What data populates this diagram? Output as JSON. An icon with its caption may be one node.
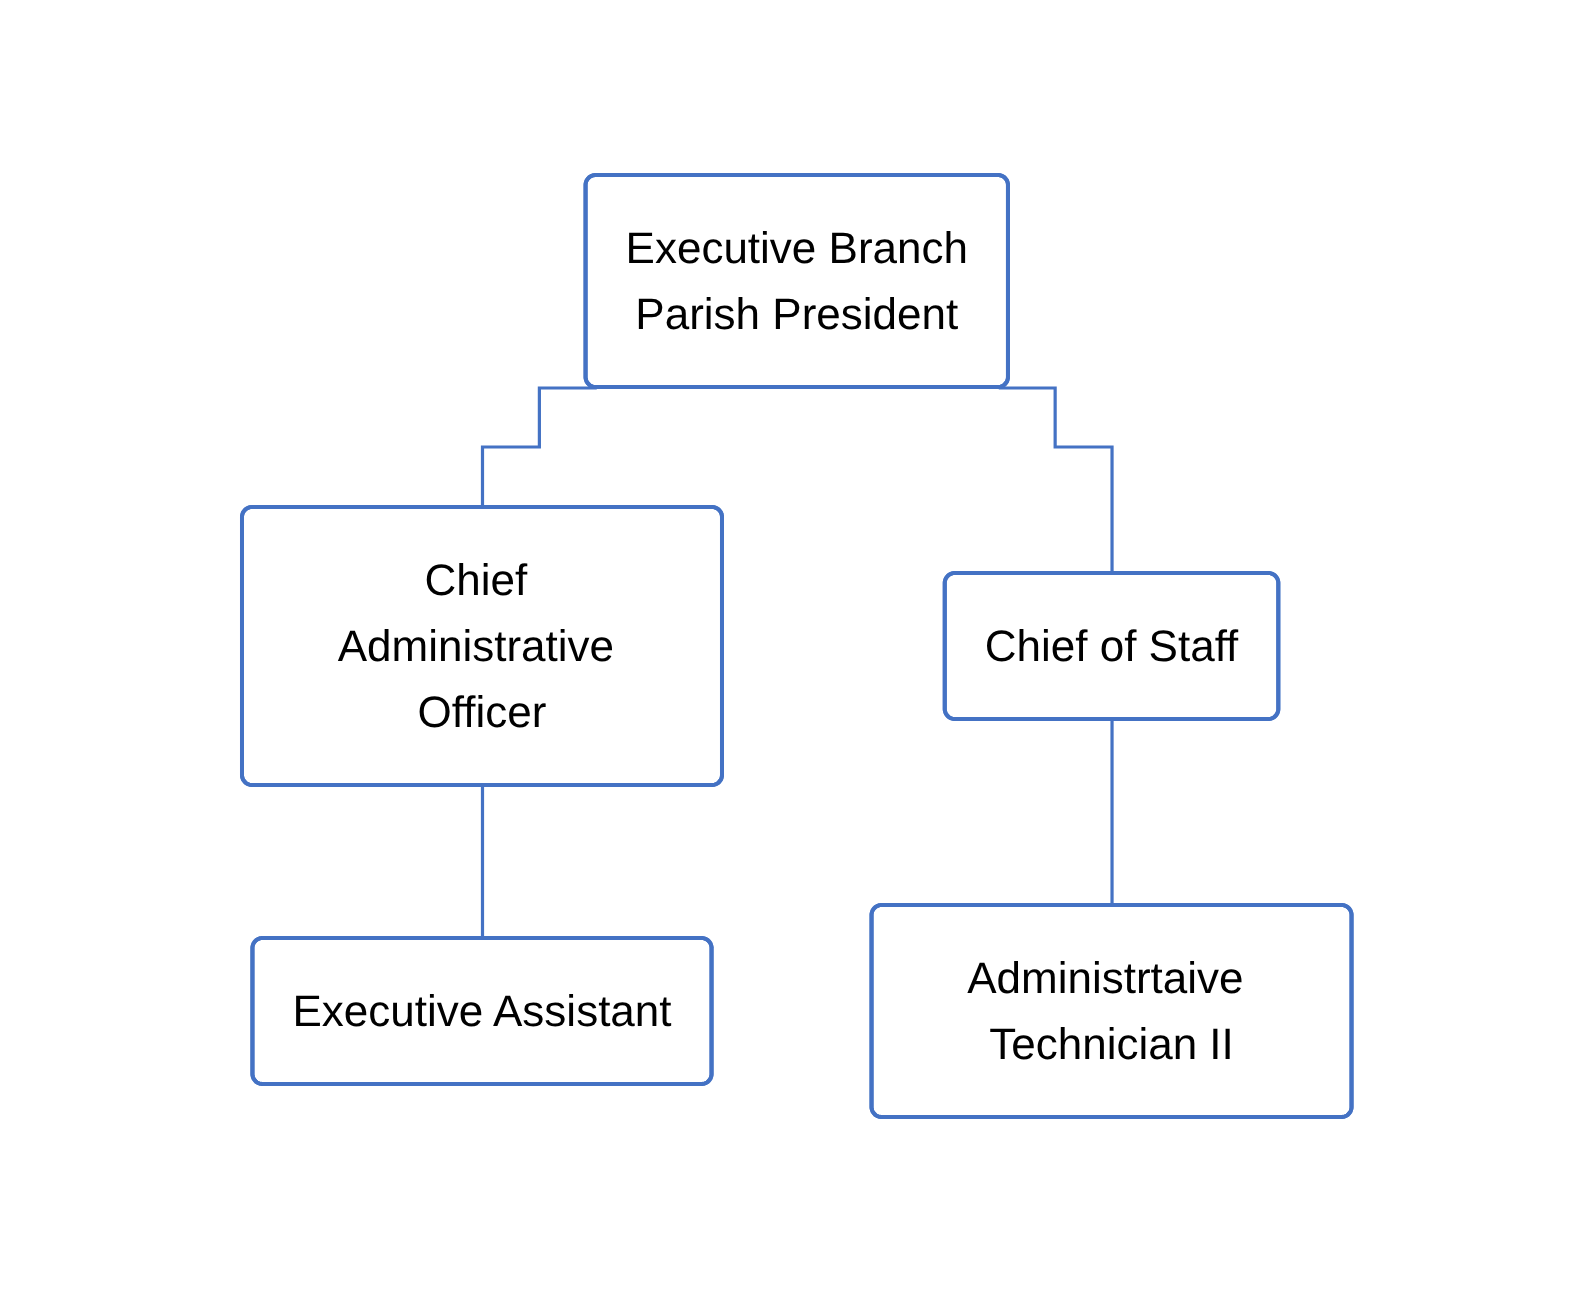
{
  "diagram": {
    "nodes": [
      {
        "text": [
          "Executive Branch",
          "Parish President"
        ]
      },
      {
        "text": [
          "Chief Administrative Officer"
        ]
      },
      {
        "text": [
          "Chief of Staff"
        ]
      },
      {
        "text": [
          "Executive Assistant"
        ]
      },
      {
        "text": [
          "Administrtaive Technician II"
        ]
      }
    ],
    "edges": [
      {
        "from": 0,
        "to": 1,
        "arrow": "none"
      },
      {
        "from": 0,
        "to": 2,
        "arrow": "none"
      },
      {
        "from": 1,
        "to": 3,
        "arrow": "none"
      },
      {
        "from": 2,
        "to": 4,
        "arrow": "none"
      }
    ]
  }
}
